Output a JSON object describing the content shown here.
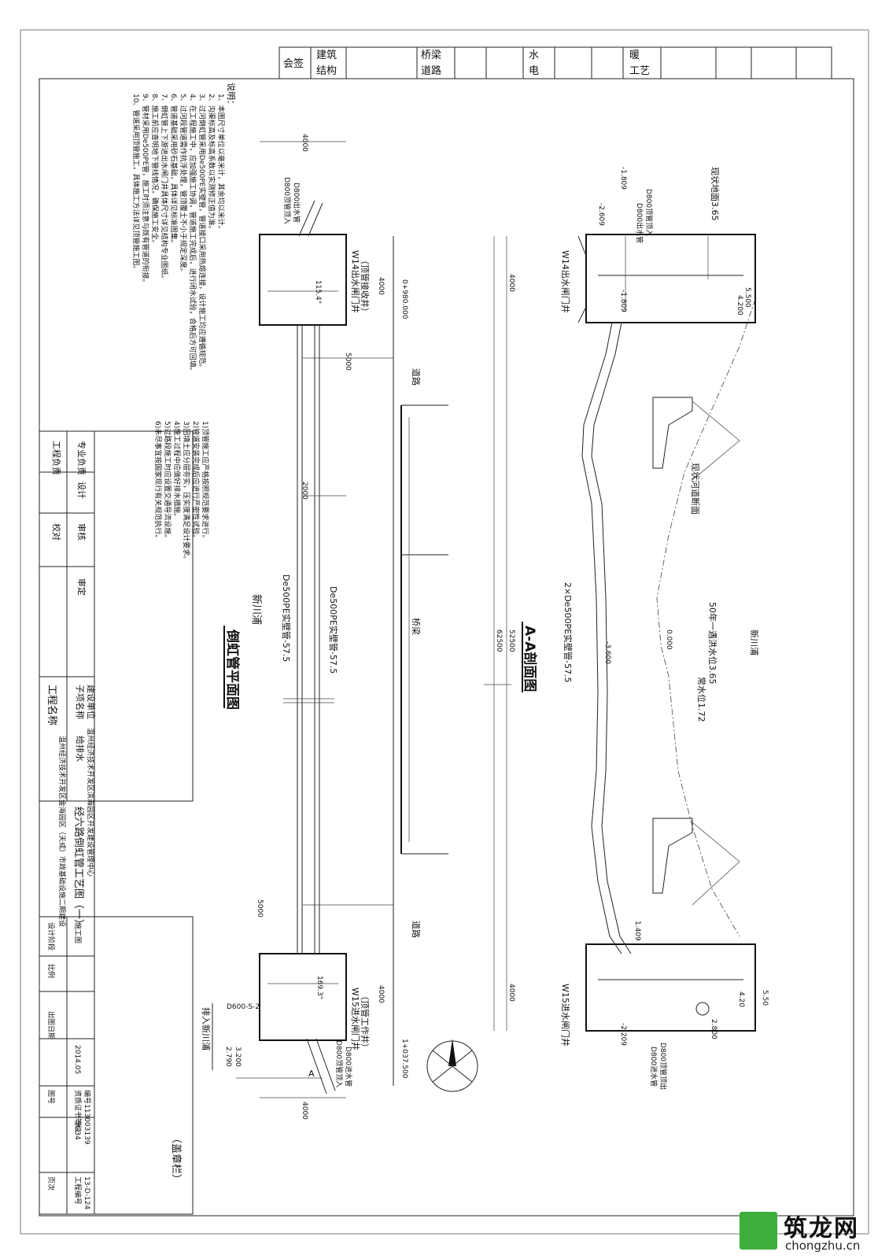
{
  "title_block": {
    "plan_title": "倒虹管平面图",
    "section_title": "A-A剖面图",
    "drawing_name": "经六路倒虹管工艺图（一）",
    "project_label": "工程名称",
    "project_name": "温州经济技术开发区金海园区（天成）市政基础设施二期建设",
    "subproject_label": "子项名称",
    "subproject_name": "给排水",
    "client_label": "建设单位",
    "client_name": "温州经济技术开发区滨海园区开发建设管理中心",
    "design_cert_label": "设计证书",
    "cert_label": "资质证书等级",
    "cert_no": "编号113003139",
    "project_no_label": "工程编号",
    "project_no": "13-D-124",
    "rows": [
      "工程负责",
      "专业负责",
      "设计"
    ],
    "right_rows": [
      "校对",
      "审核",
      "审定"
    ],
    "bottom_row": [
      {
        "label": "设计阶段",
        "value": "施工图"
      },
      {
        "label": "比例",
        "value": ""
      },
      {
        "label": "出图日期",
        "value": "2014.05"
      },
      {
        "label": "图号",
        "value": "水-34"
      },
      {
        "label": "页次",
        "value": ""
      }
    ],
    "seal_text": "（盖章栏）"
  },
  "countersign": {
    "label": "会签",
    "cols": [
      "建筑",
      "结构",
      "桥梁",
      "道路",
      "水",
      "电",
      "暖",
      "工艺"
    ]
  },
  "notes_title": "说明：",
  "notes": [
    "1、本图尺寸单位以毫米计，其余均以米计。",
    "2、沟渠标高及标高系数以实测修正值为准。",
    "3、过河倒虹管采用De500PE实壁管，管道接口采用热熔连接，设计施工均应遵循规范。",
    "4、在工程施工中，应加强施工协调，管道施工完成后，进行闭水试验，合格后方可回填。",
    "5、过河段管道需作抗浮处理，管顶覆土不小于规定深度。",
    "6、管道基础采用砂石基础，具体详见标准图集。",
    "7、倒虹管上下游进出水闸门井具体尺寸详见结构专业图纸。",
    "8、施工前应查明地下管线情况，确保施工安全。",
    "9、管材采用De500PE管，施工时须注意与既有管道的衔接。",
    "10、管道采用顶管施工，具体施工方法详见顶管施工图。"
  ],
  "notes2": [
    "1)顶管施工应严格按照规范要求进行。",
    "2)管道安装完成后应进行严密性试验。",
    "3)回填土应分层夯实，压实度满足设计要求。",
    "4)施工过程中应做好排水措施。",
    "5)过路段施工时应设置交通导流设施。",
    "6)未尽事宜按国家现行有关规范执行。"
  ],
  "plan": {
    "top_dim": "4000",
    "bottom_dim": "4000",
    "dim_5000_top": "5000",
    "dim_5000_bottom": "5000",
    "dim_2000": "2000",
    "chain_start": "0+980.000",
    "chain_end": "1+037.500",
    "span_4000a": "4000",
    "span_4000b": "4000",
    "road_label": "道路",
    "bridge_label": "桥梁",
    "river_label": "新川浦",
    "pipe_label_a": "De500PE实壁管-57.5",
    "pipe_label_b": "De500PE实壁管-57.5",
    "well_w14": "W14出水闸门井",
    "well_w14_sub": "（顶管接收井）",
    "well_w15": "W15进水闸门井",
    "well_w15_sub": "（顶管工作井）",
    "angle_top": "115.4°",
    "angle_bottom": "169.3°",
    "d800_out": "D800出水管",
    "d800_top": "D800顶管顶入",
    "d800_in": "D800进水管",
    "d800_in2": "D800顶管顶入",
    "d600": "D600-S-2",
    "elev_3200": "3.200",
    "elev_2790": "2.790",
    "to_river": "排入新川浦",
    "section_mark": "A"
  },
  "section": {
    "ground_label": "现状地面3.65",
    "d800_top_in": "D800顶管顶入",
    "d800_out": "D800出水管",
    "elev_m1809": "-1.809",
    "elev_m2609": "-2.609",
    "elev_5500": "5.500",
    "elev_4200": "4.200",
    "elev_m1809b": "-1.809",
    "well_w14": "W14出水闸门井",
    "dim_4000a": "4000",
    "dim_4000b": "4000",
    "dim_62500": "62500",
    "dim_52500": "52500",
    "pipe_label": "2×De500PE实壁管-57.5",
    "river_bed": "现状河道断面",
    "river_name": "新川浦",
    "flood_level": "50年一遇洪水位3.65",
    "normal_level": "常水位1.72",
    "elev_0": "0.000",
    "elev_m3600": "-3.600",
    "well_w15": "W15进水闸门井",
    "elev_1409": "1.409",
    "elev_550": "5.50",
    "elev_420": "4.20",
    "elev_2800": "2.800",
    "elev_m2209": "-2.209",
    "d800_out2": "D800顶管顶出",
    "d800_in": "D800进水管"
  },
  "watermark": {
    "cn": "筑龙网",
    "en": "chongzhu.cn"
  }
}
